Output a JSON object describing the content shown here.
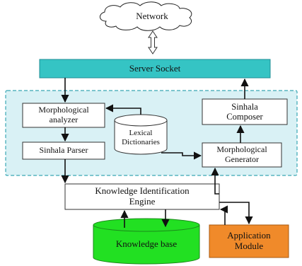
{
  "diagram": {
    "nodes": {
      "network": "Network",
      "server_socket": "Server Socket",
      "morph_analyzer": [
        "Morphological",
        "analyzer"
      ],
      "lexical_dict": [
        "Lexical",
        "Dictionaries"
      ],
      "sinhala_composer": [
        "Sinhala",
        "Composer"
      ],
      "sinhala_parser": "Sinhala Parser",
      "morph_generator": [
        "Morphological",
        "Generator"
      ],
      "kie": [
        "Knowledge Identification",
        "Engine"
      ],
      "knowledge_base": "Knowledge base",
      "app_module": [
        "Application",
        "Module"
      ]
    },
    "colors": {
      "server_socket_fill": "#35c4c4",
      "panel_fill": "#d9f1f5",
      "panel_border": "#3aa7b5",
      "knowledge_base_fill": "#22e022",
      "app_module_fill": "#f08a2a",
      "cloud_fill": "#ffffff",
      "line": "#111111"
    }
  }
}
